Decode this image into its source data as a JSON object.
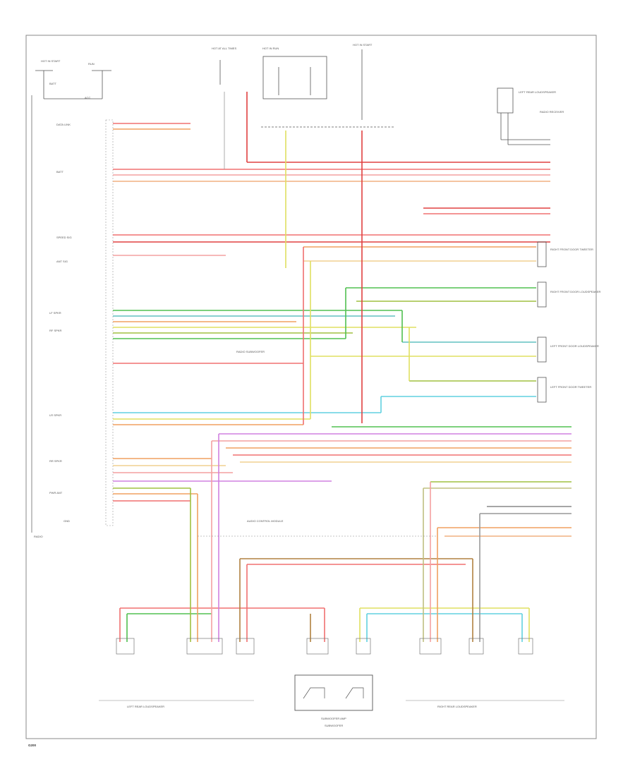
{
  "diagram": {
    "top_left_labels": [
      "HOT IN START",
      "RUN",
      "BATT",
      "ACC"
    ],
    "center_top_labels": [
      "HOT AT ALL TIMES",
      "HOT IN RUN",
      "HOT IN START"
    ],
    "right_top_label": "LEFT REAR LOUDSPEAKER",
    "right_mid_label": "RADIO RECEIVER",
    "mid_right_labels": [
      "RIGHT FRONT DOOR TWEETER",
      "RIGHT FRONT DOOR LOUDSPEAKER",
      "LEFT FRONT DOOR LOUDSPEAKER",
      "LEFT FRONT DOOR TWEETER"
    ],
    "left_col_labels": [
      "DATA LINK",
      "BATT",
      "SPEED SIG",
      "ANT SIG",
      "LF SPKR",
      "RF SPKR",
      "LR SPKR",
      "RR SPKR",
      "PWR ANT",
      "GND"
    ],
    "center_mid_labels": [
      "RADIO SUBWOOFER",
      "AUDIO CONTROL MODULE"
    ],
    "bottom_labels": [
      "LEFT REAR LOUDSPEAKER",
      "SUBWOOFER",
      "RIGHT REAR LOUDSPEAKER"
    ],
    "bottom_center_box_label": "SUBWOOFER AMP",
    "corner_label": "G200",
    "left_bottom_label": "RADIO"
  }
}
